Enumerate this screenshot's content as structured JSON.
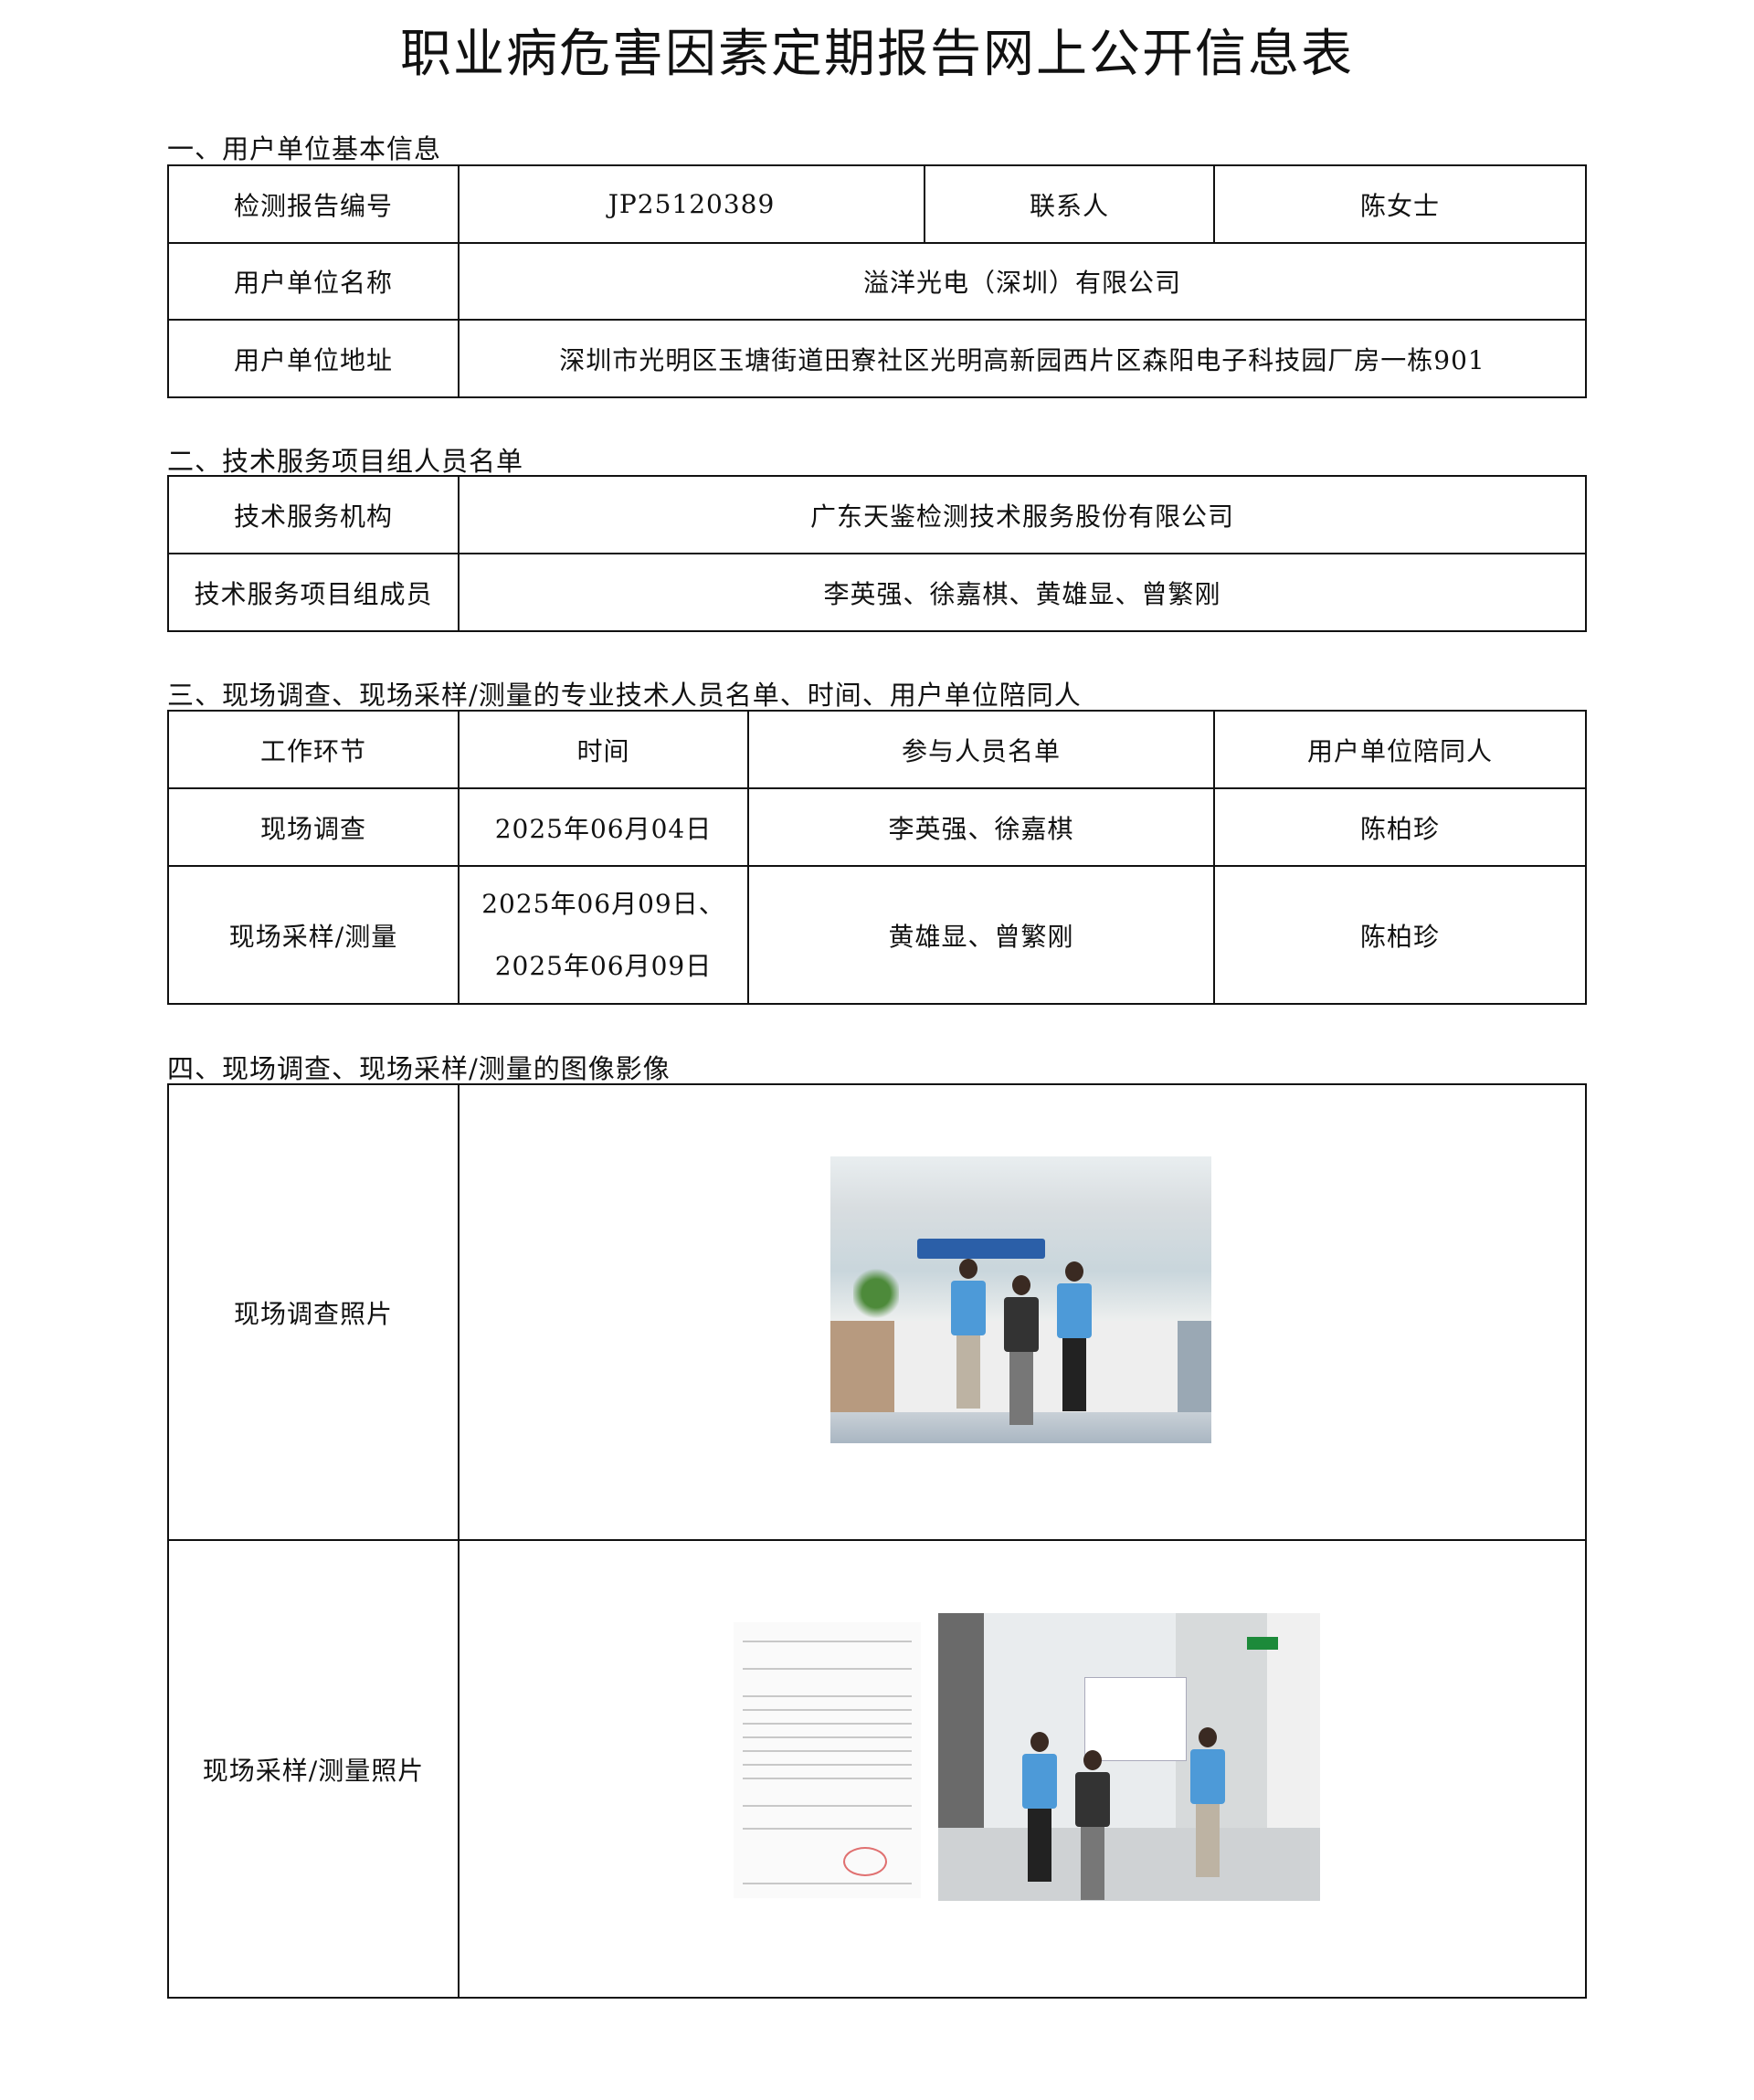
{
  "title": "职业病危害因素定期报告网上公开信息表",
  "section1": {
    "heading": "一、用户单位基本信息",
    "report_no_label": "检测报告编号",
    "report_no": "JP25120389",
    "contact_label": "联系人",
    "contact": "陈女士",
    "name_label": "用户单位名称",
    "name": "溢洋光电（深圳）有限公司",
    "address_label": "用户单位地址",
    "address": "深圳市光明区玉塘街道田寮社区光明高新园西片区森阳电子科技园厂房一栋901"
  },
  "section2": {
    "heading": "二、技术服务项目组人员名单",
    "org_label": "技术服务机构",
    "org": "广东天鉴检测技术服务股份有限公司",
    "members_label": "技术服务项目组成员",
    "members": "李英强、徐嘉棋、黄雄显、曾繁刚"
  },
  "section3": {
    "heading": "三、现场调查、现场采样/测量的专业技术人员名单、时间、用户单位陪同人",
    "headers": [
      "工作环节",
      "时间",
      "参与人员名单",
      "用户单位陪同人"
    ],
    "rows": [
      {
        "stage": "现场调查",
        "time": [
          "2025年06月04日"
        ],
        "people": "李英强、徐嘉棋",
        "escort": "陈柏珍"
      },
      {
        "stage": "现场采样/测量",
        "time": [
          "2025年06月09日、",
          "2025年06月09日"
        ],
        "people": "黄雄显、曾繁刚",
        "escort": "陈柏珍"
      }
    ]
  },
  "section4": {
    "heading": "四、现场调查、现场采样/测量的图像影像",
    "survey_label": "现场调查照片",
    "sampling_label": "现场采样/测量照片"
  }
}
